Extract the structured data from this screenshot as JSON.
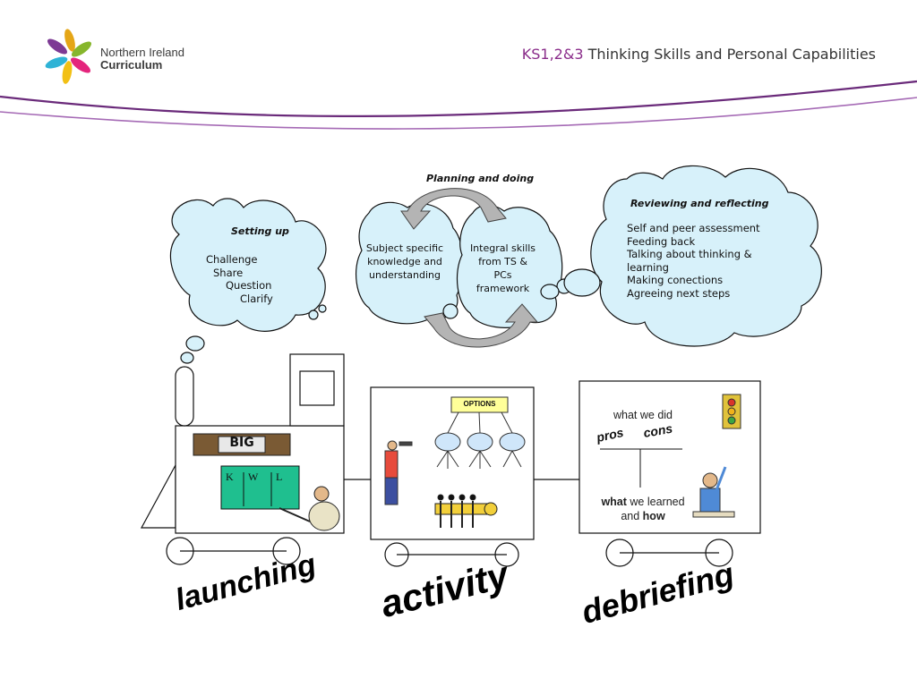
{
  "header": {
    "logo_line1": "Northern Ireland",
    "logo_line2": "Curriculum",
    "title_accent": "KS1,2&3",
    "title_rest": " Thinking Skills and Personal Capabilities"
  },
  "clouds": {
    "setting_up": {
      "title": "Setting up",
      "items": [
        "Challenge",
        "Share",
        "Question",
        "Clarify"
      ]
    },
    "planning": {
      "title": "Planning and doing",
      "left_text": "Subject specific knowledge and understanding",
      "right_text": "Integral skills from TS & PCs framework"
    },
    "reviewing": {
      "title": "Reviewing and reflecting",
      "items": [
        "Self and peer assessment",
        "Feeding back",
        "Talking about thinking & learning",
        "Making conections",
        "Agreeing next steps"
      ]
    }
  },
  "carriages": {
    "launching": {
      "label": "launching",
      "big_sign": "BIG",
      "kwl": [
        "K",
        "W",
        "L"
      ]
    },
    "activity": {
      "label": "activity",
      "options_label": "OPTIONS"
    },
    "debriefing": {
      "label": "debriefing",
      "what_we_did": "what we did",
      "pros": "pros",
      "cons": "cons",
      "learned_bold1": "what",
      "learned_line1": " we learned",
      "learned_line2": "and ",
      "learned_bold2": "how"
    }
  },
  "colors": {
    "accent_purple": "#8a2c8a",
    "cloud_fill": "#d7f1fa",
    "kwl_green": "#1fbf8f",
    "options_yellow": "#ffff99"
  }
}
